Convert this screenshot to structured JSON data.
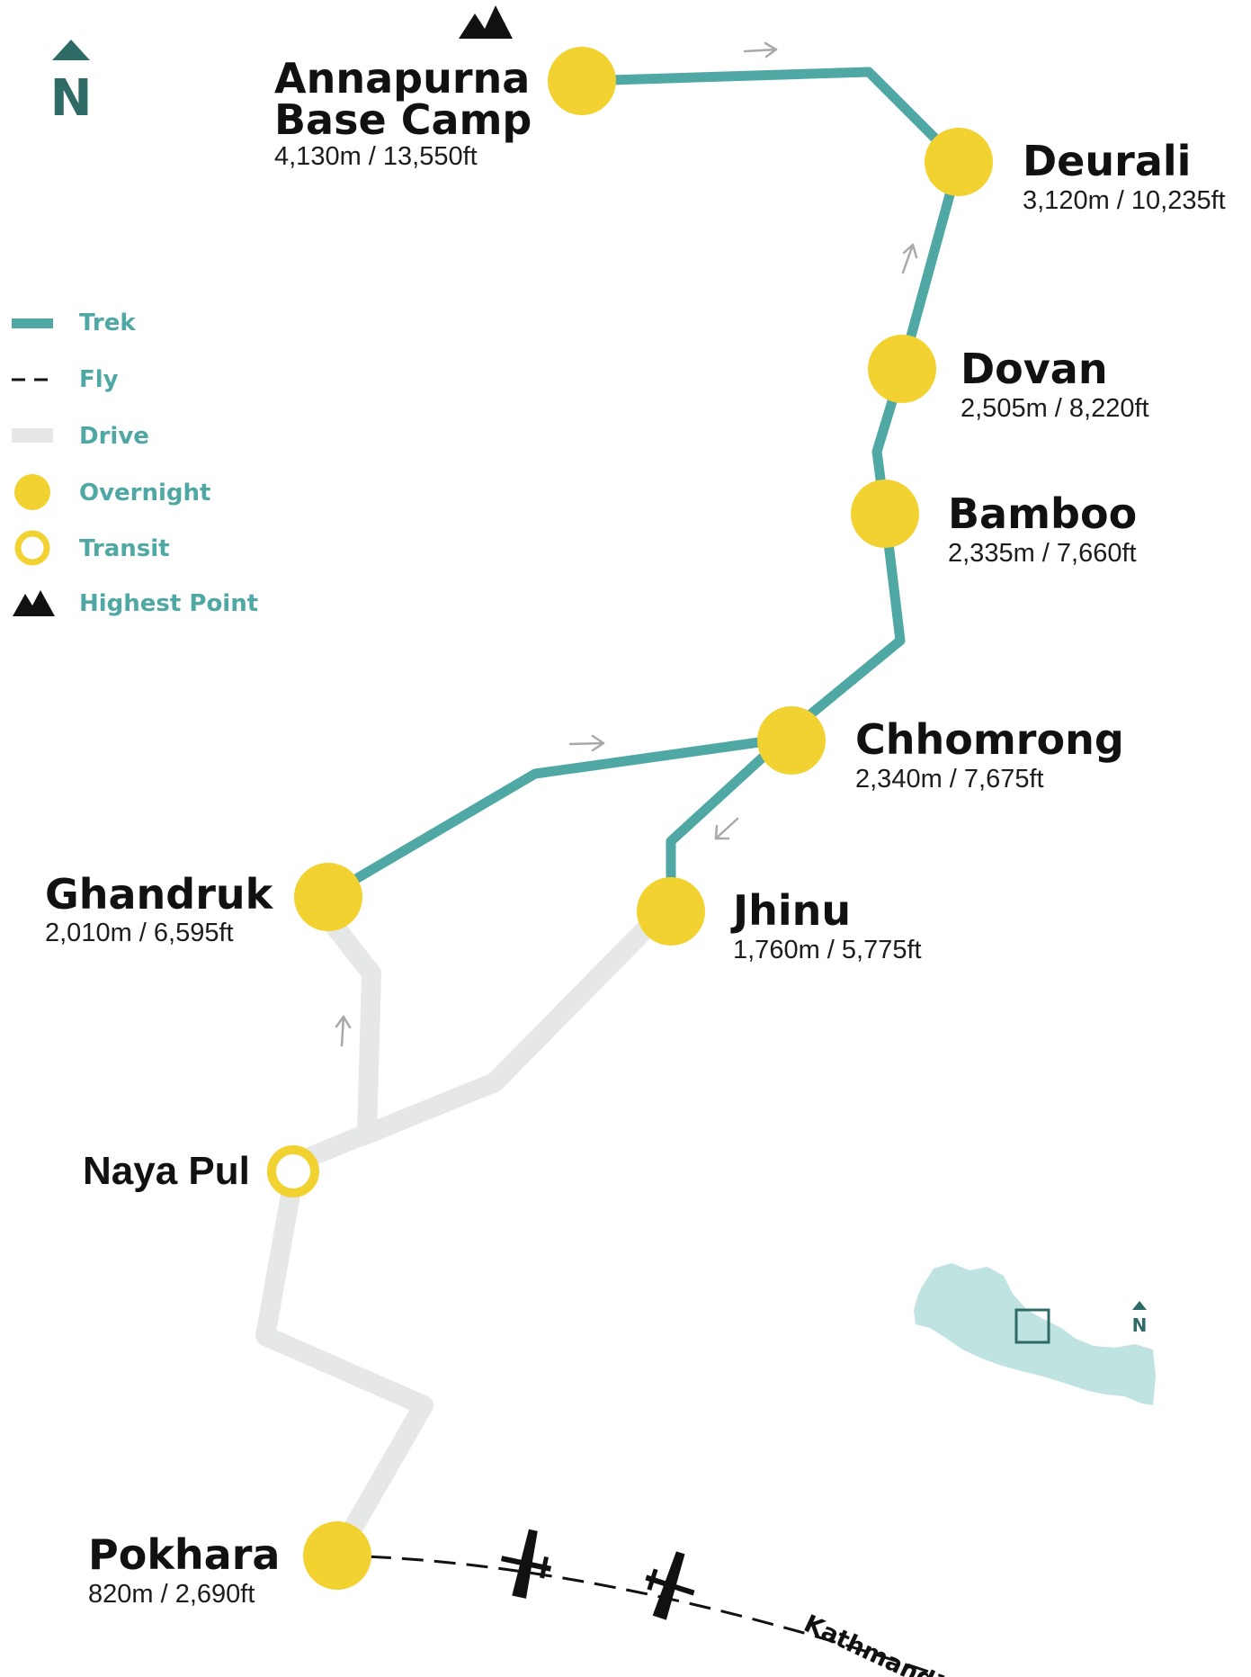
{
  "colors": {
    "trek": "#4fa8a4",
    "drive": "#e6e7e7",
    "stop": "#f2d230",
    "text": "#111111",
    "legend_text": "#4fa8a4",
    "north": "#2f6b66",
    "inset": "#bfe3e0",
    "arrow": "#a9a9a9"
  },
  "north_arrow": {
    "letter": "N"
  },
  "legend": [
    {
      "label": "Trek",
      "symbol": "trek-line-icon"
    },
    {
      "label": "Fly",
      "symbol": "dashed-line-icon"
    },
    {
      "label": "Drive",
      "symbol": "drive-line-icon"
    },
    {
      "label": "Overnight",
      "symbol": "filled-circle-icon"
    },
    {
      "label": "Transit",
      "symbol": "hollow-circle-icon"
    },
    {
      "label": "Highest Point",
      "symbol": "mountain-icon"
    }
  ],
  "stops": [
    {
      "name": "Annapurna",
      "name_line2": "Base Camp",
      "altitude": "4,130m / 13,550ft",
      "type": "overnight",
      "highest": true
    },
    {
      "name": "Deurali",
      "altitude": "3,120m / 10,235ft",
      "type": "overnight"
    },
    {
      "name": "Dovan",
      "altitude": "2,505m / 8,220ft",
      "type": "overnight"
    },
    {
      "name": "Bamboo",
      "altitude": "2,335m / 7,660ft",
      "type": "overnight"
    },
    {
      "name": "Chhomrong",
      "altitude": "2,340m / 7,675ft",
      "type": "overnight"
    },
    {
      "name": "Ghandruk",
      "altitude": "2,010m / 6,595ft",
      "type": "overnight"
    },
    {
      "name": "Jhinu",
      "altitude": "1,760m / 5,775ft",
      "type": "overnight"
    },
    {
      "name": "Naya Pul",
      "type": "transit"
    },
    {
      "name": "Pokhara",
      "altitude": "820m / 2,690ft",
      "type": "overnight"
    }
  ],
  "flight": {
    "destination": "Kathmandu"
  },
  "inset_map": {
    "north_letter": "N"
  }
}
